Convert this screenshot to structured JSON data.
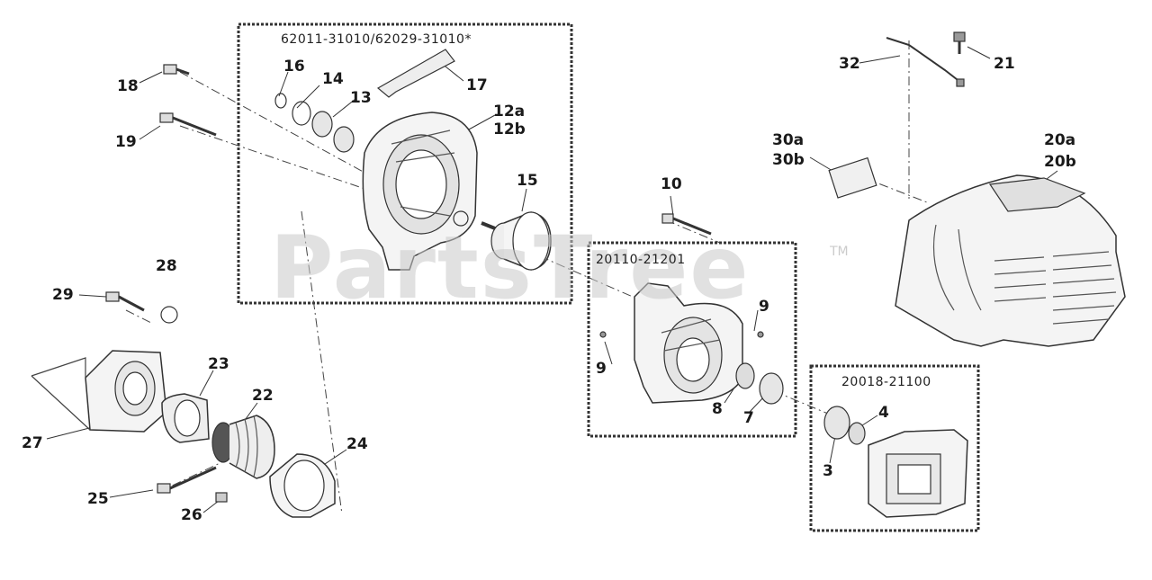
{
  "watermark": {
    "text": "PartsTree",
    "trademark": "TM"
  },
  "assembly_codes": {
    "crankcase_kit": "62011-31010/62029-31010*",
    "crankcase_half": "20110-21201",
    "crankcase_other": "20018-21100"
  },
  "callouts": {
    "n18": "18",
    "n19": "19",
    "n16": "16",
    "n14": "14",
    "n13": "13",
    "n17": "17",
    "n12a": "12a",
    "n12b": "12b",
    "n15": "15",
    "n10": "10",
    "n28": "28",
    "n29": "29",
    "n23": "23",
    "n22": "22",
    "n27": "27",
    "n24": "24",
    "n25": "25",
    "n26": "26",
    "n9a": "9",
    "n9b": "9",
    "n8": "8",
    "n7": "7",
    "n32": "32",
    "n21": "21",
    "n30a": "30a",
    "n30b": "30b",
    "n20a": "20a",
    "n20b": "20b",
    "n4": "4",
    "n3": "3"
  },
  "colors": {
    "line": "#333333",
    "part_fill": "#f4f4f4",
    "dark": "#444444"
  }
}
